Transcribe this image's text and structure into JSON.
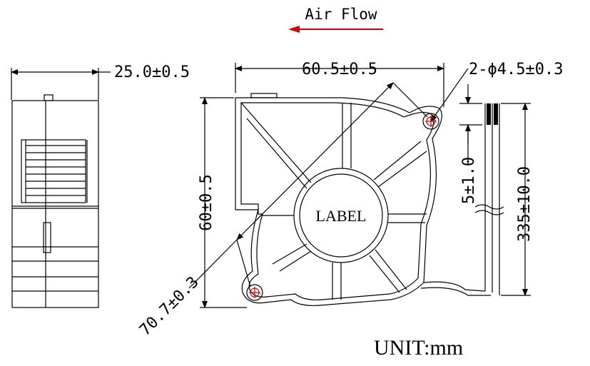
{
  "diagram": {
    "air_flow_label": "Air Flow",
    "unit_label": "UNIT:mm",
    "fan_label": "LABEL",
    "dims": {
      "side_width": "25.0±0.5",
      "front_width": "60.5±0.5",
      "front_height": "60±0.5",
      "diagonal": "70.7±0.3",
      "hole": "2-ϕ4.5±0.3",
      "strip_length": "5±1.0",
      "lead_length": "335±10.0"
    },
    "colors": {
      "line": "#000000",
      "arrow": "#d40000",
      "hole_mark": "#d40000"
    }
  }
}
